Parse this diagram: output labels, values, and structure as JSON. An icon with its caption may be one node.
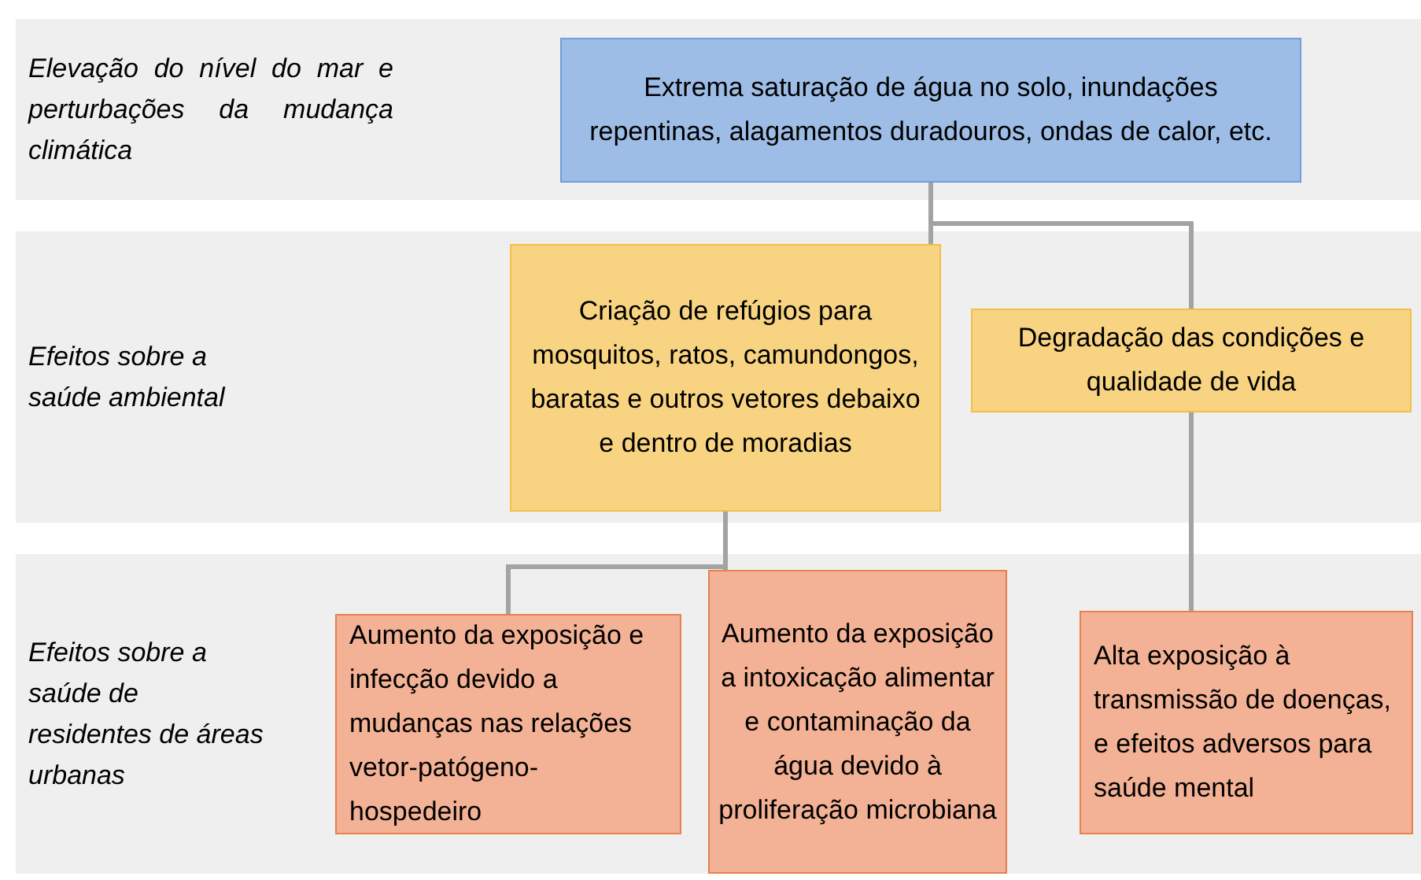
{
  "diagram": {
    "nodes": [
      {
        "text": [
          "Elevação do nível do mar e perturbações da mudança climática"
        ]
      },
      {
        "text": [
          "Extrema saturação de água no solo, inundações repentinas, alagamentos duradouros, ondas de calor, etc."
        ],
        "in": 0
      },
      {
        "text": [
          "Efeitos sobre a saúde ambiental"
        ]
      },
      {
        "text": [
          "Criação de refúgios para mosquitos, ratos, camundongos, baratas e outros vetores debaixo e dentro de moradias"
        ],
        "in": 2
      },
      {
        "text": [
          "Degradação das condições e qualidade de vida"
        ],
        "in": 2
      },
      {
        "text": [
          "Efeitos sobre a saúde de residentes de áreas urbanas"
        ]
      },
      {
        "text": [
          "Aumento da exposição e infecção devido a mudanças nas relações vetor-patógeno-hospedeiro"
        ],
        "in": 5
      },
      {
        "text": [
          "Aumento da exposição a intoxicação alimentar e contaminação da água devido à proliferação microbiana"
        ],
        "in": 5
      },
      {
        "text": [
          "Alta exposição à transmissão de doenças, e efeitos adversos para saúde mental"
        ],
        "in": 5
      }
    ],
    "edges": [
      {
        "from": 1,
        "to": 3,
        "arrow": "none"
      },
      {
        "from": 1,
        "to": 4,
        "arrow": "none"
      },
      {
        "from": 3,
        "to": 6,
        "arrow": "none"
      },
      {
        "from": 3,
        "to": 7,
        "arrow": "none"
      },
      {
        "from": 4,
        "to": 8,
        "arrow": "none"
      }
    ]
  }
}
